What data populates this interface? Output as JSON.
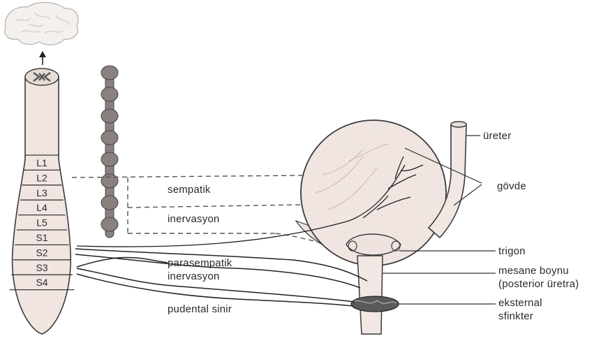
{
  "spinal_segments": [
    "L1",
    "L2",
    "L3",
    "L4",
    "L5",
    "S1",
    "S2",
    "S3",
    "S4"
  ],
  "labels": {
    "sympathetic_1": "sempatik",
    "sympathetic_2": "inervasyon",
    "parasympathetic_1": "parasempatik",
    "parasympathetic_2": "inervasyon",
    "pudendal": "pudental sinir",
    "ureter": "üreter",
    "body": "gövde",
    "trigone": "trigon",
    "bladder_neck_1": "mesane boynu",
    "bladder_neck_2": "(posterior üretra)",
    "external_1": "eksternal",
    "external_2": "sfinkter"
  }
}
